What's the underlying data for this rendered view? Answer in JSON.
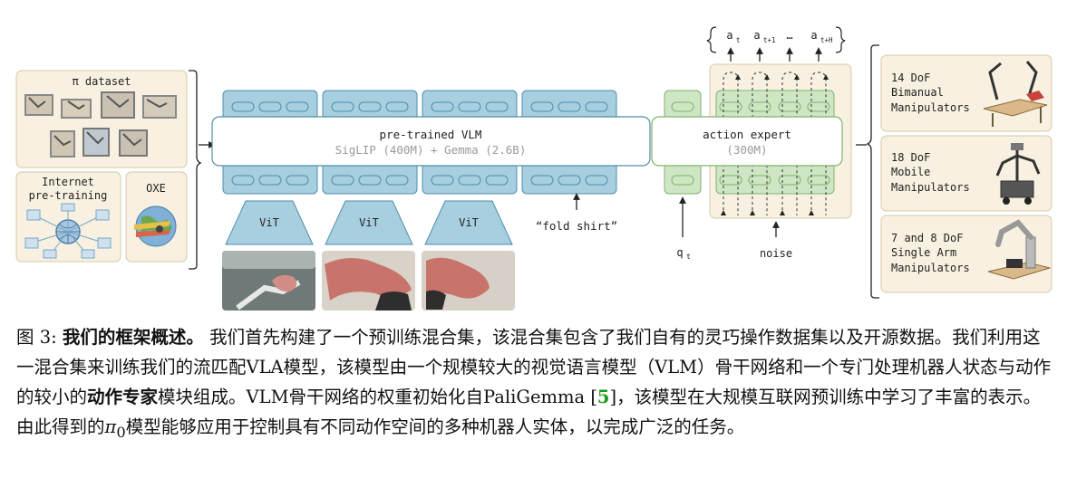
{
  "figure": {
    "left_panel": {
      "pi_dataset_label": "π dataset",
      "internet_label_line1": "Internet",
      "internet_label_line2": "pre-training",
      "oxe_label": "OXE"
    },
    "vlm": {
      "title": "pre-trained VLM",
      "subtitle": "SigLIP (400M) + Gemma (2.6B)"
    },
    "vit_label": "ViT",
    "prompt_text": "“fold shirt”",
    "action_expert": {
      "title": "action expert",
      "subtitle": "(300M)"
    },
    "q_label": "q",
    "q_sub": "t",
    "noise_label": "noise",
    "actions": {
      "a": "a",
      "sub1": "t",
      "sub2": "t+1",
      "ellipsis": "…",
      "sub3": "t+H"
    },
    "robots": [
      {
        "line1": "14 DoF",
        "line2": "Bimanual",
        "line3": "Manipulators"
      },
      {
        "line1": "18 DoF",
        "line2": "Mobile",
        "line3": "Manipulators"
      },
      {
        "line1": "7 and 8 DoF",
        "line2": "Single Arm",
        "line3": "Manipulators"
      }
    ],
    "colors": {
      "blue_fill": "#a8cfe0",
      "blue_stroke": "#4e8eab",
      "green_fill": "#cfe6c4",
      "green_stroke": "#7fb26e",
      "panel_fill": "#f8f1e1",
      "panel_stroke": "#d6c9a6"
    }
  },
  "caption": {
    "fig_label": "图 3:",
    "bold_title": "我们的框架概述。",
    "part1": "我们首先构建了一个预训练混合集，该混合集包含了我们自有的灵巧操作数据集以及开源数据。我们利用这一混合集来训练我们的流匹配VLA模型，该模型由一个规模较大的视觉语言模型（VLM）骨干网络和一个专门处理机器人状态与动作的较小的",
    "bold_expert": "动作专家",
    "part2": "模块组成。VLM骨干网络的权重初始化自PaliGemma",
    "ref_open": "[",
    "ref_num": "5",
    "ref_close": "]",
    "part3": "，该模型在大规模互联网预训练中学习了丰富的表示。由此得到的",
    "pi": "π",
    "pi_sub": "0",
    "part4": "模型能够应用于控制具有不同动作空间的多种机器人实体，以完成广泛的任务。"
  }
}
